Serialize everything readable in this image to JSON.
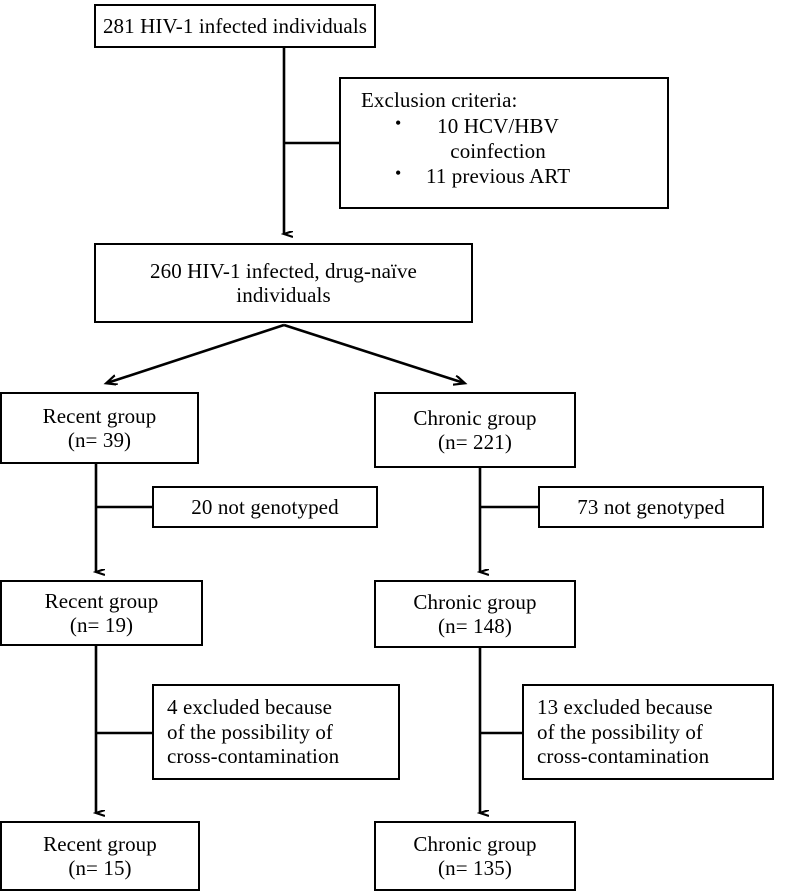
{
  "diagram": {
    "type": "study-flow-chart",
    "nodes": {
      "top": {
        "text": "281 HIV-1 infected individuals"
      },
      "exclusion": {
        "title": "Exclusion criteria:",
        "bullet_glyph": "•",
        "items": [
          {
            "line1": "10 HCV/HBV",
            "line2": "coinfection"
          },
          {
            "line1": "11 previous ART",
            "line2": ""
          }
        ]
      },
      "eligible": {
        "line1": "260 HIV-1 infected, drug-naïve",
        "line2": "individuals"
      },
      "recent_1": {
        "line1": "Recent group",
        "line2": "(n= 39)"
      },
      "chronic_1": {
        "line1": "Chronic group",
        "line2": "(n= 221)"
      },
      "not_genotyped_left": {
        "text": "20 not genotyped"
      },
      "not_genotyped_right": {
        "text": "73 not genotyped"
      },
      "recent_2": {
        "line1": "Recent group",
        "line2": "(n= 19)"
      },
      "chronic_2": {
        "line1": "Chronic group",
        "line2": "(n= 148)"
      },
      "excluded_left": {
        "line1": "4 excluded because",
        "line2": "of the possibility of",
        "line3": "cross-contamination"
      },
      "excluded_right": {
        "line1": "13 excluded because",
        "line2": "of the possibility of",
        "line3": "cross-contamination"
      },
      "recent_3": {
        "line1": "Recent group",
        "line2": "(n= 15)"
      },
      "chronic_3": {
        "line1": "Chronic group",
        "line2": "(n= 135)"
      }
    },
    "colors": {
      "stroke": "#000000",
      "fill": "#ffffff",
      "text": "#000000"
    }
  }
}
